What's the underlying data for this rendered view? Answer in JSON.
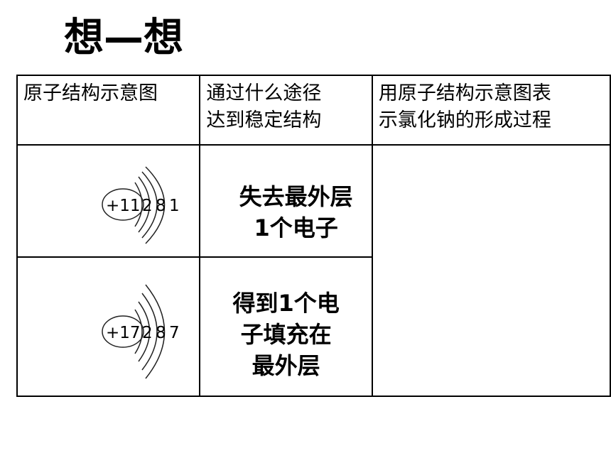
{
  "title": "想—想",
  "table": {
    "headers": [
      "原子结构示意图",
      "通过什么途径达到稳定结构",
      "用原子结构示意图表示氯化钠的形成过程"
    ],
    "header_lines": {
      "col1": [
        "原子结构示意图"
      ],
      "col2": [
        "通过什么途径",
        "达到稳定结构"
      ],
      "col3": [
        "用原子结构示意图表",
        "示氯化钠的形成过程"
      ]
    },
    "rows": [
      {
        "diagram": {
          "nucleus": "+11",
          "shells": [
            "2",
            "8",
            "1"
          ]
        },
        "method_lines": [
          "失去最外层",
          "1个电子"
        ],
        "process": ""
      },
      {
        "diagram": {
          "nucleus": "+17",
          "shells": [
            "2",
            "8",
            "7"
          ]
        },
        "method_lines": [
          "得到1个电",
          "子填充在",
          "最外层"
        ],
        "process": ""
      }
    ]
  }
}
